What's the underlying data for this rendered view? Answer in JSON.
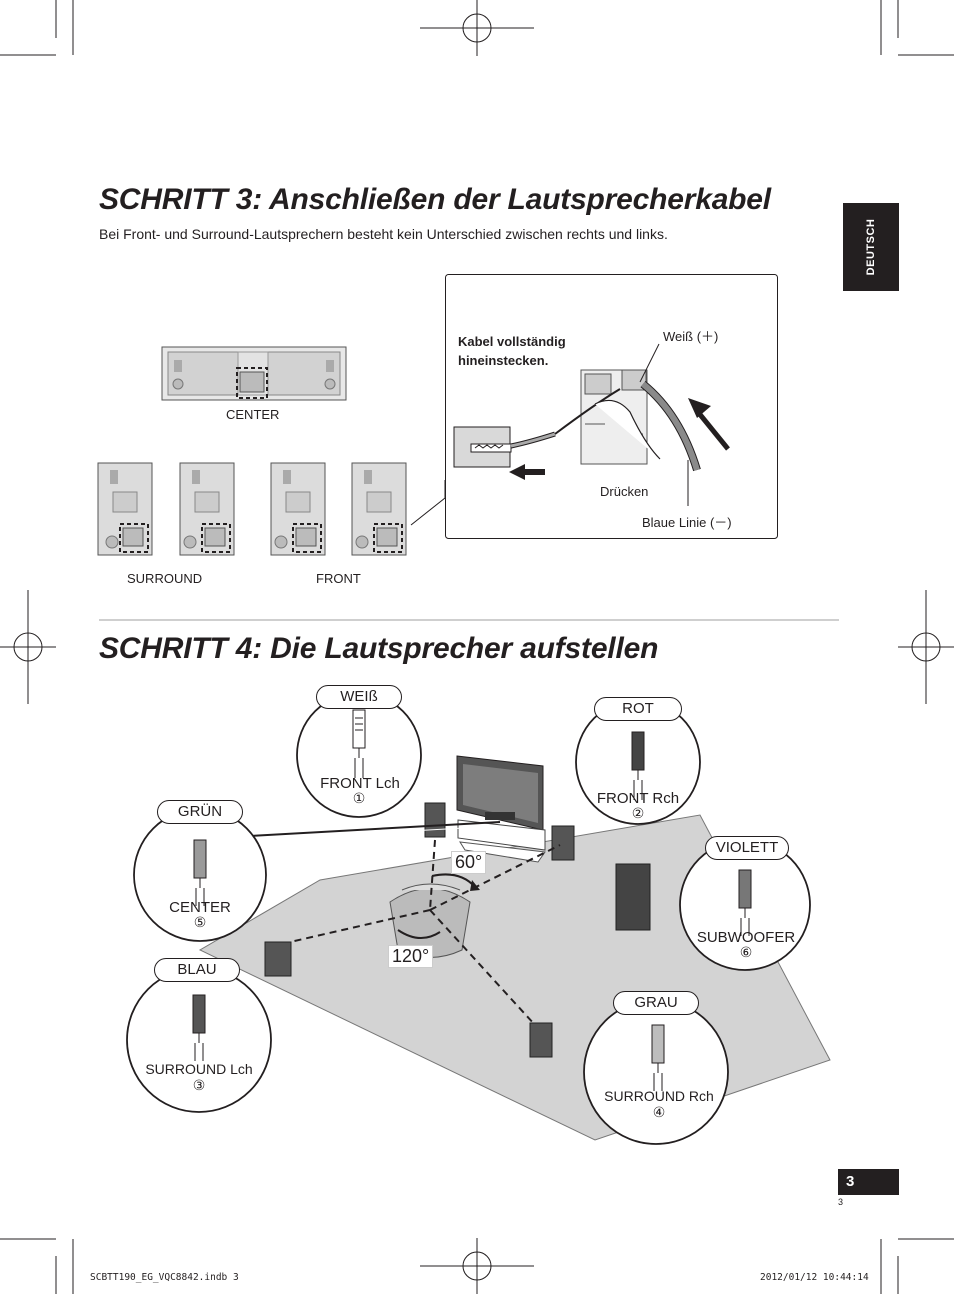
{
  "language_tab": "DEUTSCH",
  "step3": {
    "title": "SCHRITT 3: Anschließen der Lautsprecherkabel",
    "subtitle": "Bei Front- und Surround-Lautsprechern besteht kein Unterschied zwischen rechts und links.",
    "labels": {
      "center": "CENTER",
      "surround": "SURROUND",
      "front": "FRONT"
    },
    "detail": {
      "instruction": "Kabel vollständig hineinstecken.",
      "instruction_line1": "Kabel vollständig",
      "instruction_line2": "hineinstecken.",
      "white": "Weiß (＋)",
      "press": "Drücken",
      "blue": "Blaue Linie (－)"
    }
  },
  "step4": {
    "title": "SCHRITT 4: Die Lautsprecher aufstellen",
    "angles": {
      "front": "60°",
      "rear": "120°"
    },
    "speakers": [
      {
        "color": "WEIß",
        "label": "FRONT Lch",
        "num": "①"
      },
      {
        "color": "ROT",
        "label": "FRONT Rch",
        "num": "②"
      },
      {
        "color": "GRÜN",
        "label": "CENTER",
        "num": "⑤"
      },
      {
        "color": "VIOLETT",
        "label": "SUBWOOFER",
        "num": "⑥"
      },
      {
        "color": "BLAU",
        "label": "SURROUND Lch",
        "num": "③"
      },
      {
        "color": "GRAU",
        "label": "SURROUND Rch",
        "num": "④"
      }
    ]
  },
  "page_number": "3",
  "page_number_small": "3",
  "footer": {
    "file": "SCBTT190_EG_VQC8842.indb   3",
    "timestamp": "2012/01/12   10:44:14"
  }
}
